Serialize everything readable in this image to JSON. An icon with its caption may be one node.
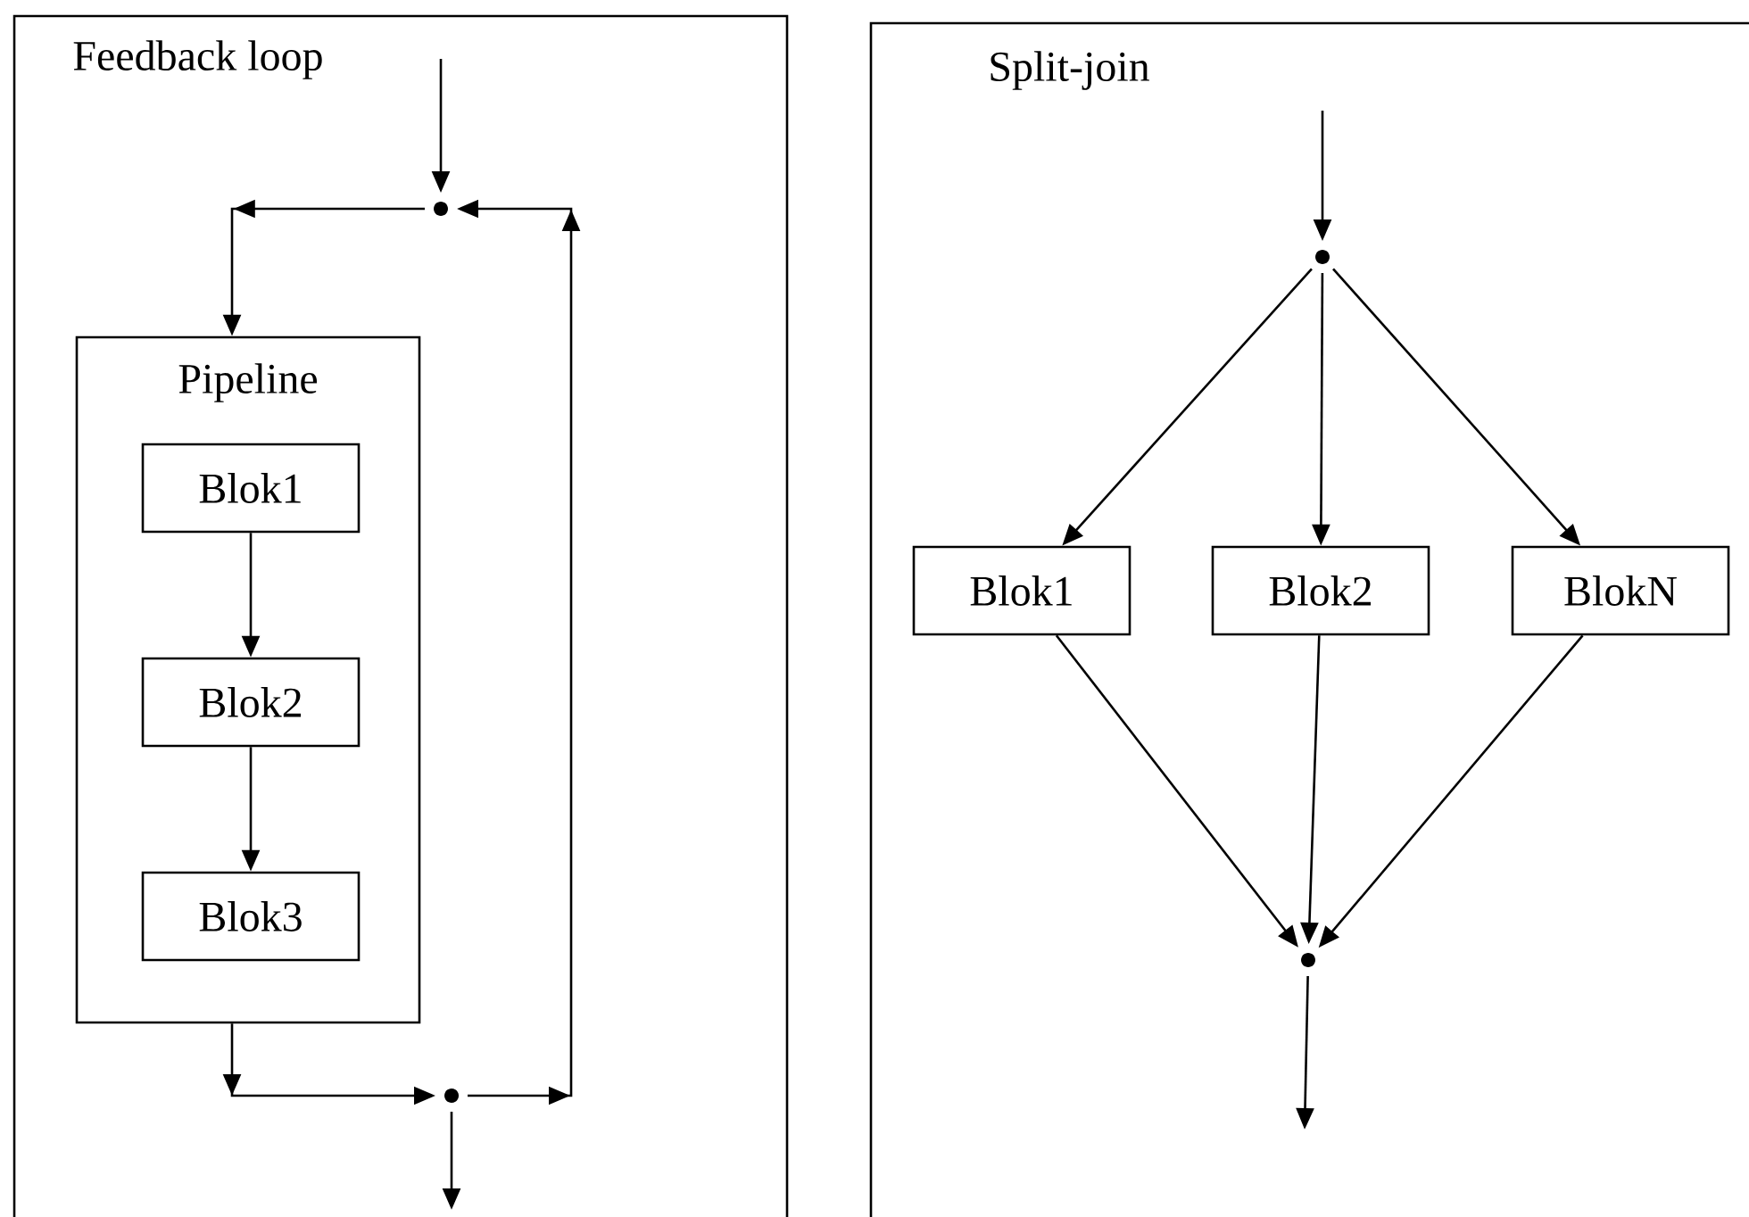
{
  "diagram": {
    "nodes": [
      {
        "text": [
          "Feedback loop"
        ]
      },
      {
        "text": [],
        "shape": "circle",
        "in": 0
      },
      {
        "text": [
          "Pipeline"
        ],
        "in": 0
      },
      {
        "text": [
          "Blok1"
        ],
        "in": 2
      },
      {
        "text": [
          "Blok2"
        ],
        "in": 2
      },
      {
        "text": [
          "Blok3"
        ],
        "in": 2
      },
      {
        "text": [],
        "shape": "circle",
        "in": 0
      },
      {
        "text": [
          "Split-join"
        ]
      },
      {
        "text": [],
        "shape": "circle",
        "in": 7
      },
      {
        "text": [
          "Blok1"
        ],
        "in": 7
      },
      {
        "text": [
          "Blok2"
        ],
        "in": 7
      },
      {
        "text": [
          "BlokN"
        ],
        "in": 7
      },
      {
        "text": [],
        "shape": "circle",
        "in": 7
      }
    ],
    "edges": [
      {
        "from": null,
        "to": 1,
        "arrow": "to"
      },
      {
        "from": 1,
        "to": 2,
        "arrow": "to"
      },
      {
        "from": 3,
        "to": 4,
        "arrow": "to"
      },
      {
        "from": 4,
        "to": 5,
        "arrow": "to"
      },
      {
        "from": 2,
        "to": 6,
        "arrow": "to"
      },
      {
        "from": 6,
        "to": 1,
        "arrow": "to"
      },
      {
        "from": 6,
        "to": null,
        "arrow": "to"
      },
      {
        "from": null,
        "to": 8,
        "arrow": "to"
      },
      {
        "from": 8,
        "to": 9,
        "arrow": "to"
      },
      {
        "from": 8,
        "to": 10,
        "arrow": "to"
      },
      {
        "from": 8,
        "to": 11,
        "arrow": "to"
      },
      {
        "from": 9,
        "to": 12,
        "arrow": "to"
      },
      {
        "from": 10,
        "to": 12,
        "arrow": "to"
      },
      {
        "from": 11,
        "to": 12,
        "arrow": "to"
      },
      {
        "from": 12,
        "to": null,
        "arrow": "to"
      }
    ]
  }
}
